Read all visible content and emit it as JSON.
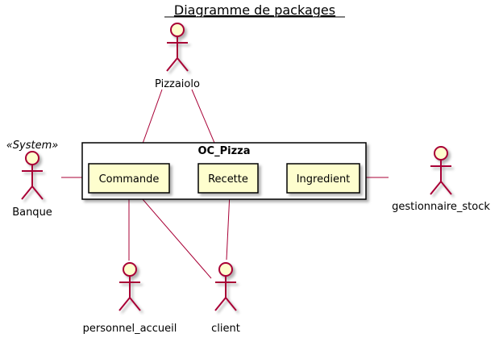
{
  "title": "Diagramme de packages",
  "colors": {
    "actor_fill": "#FEFECE",
    "actor_stroke": "#A80036",
    "line": "#A80036",
    "class_fill": "#FEFECE",
    "border": "#000000",
    "shadow": "#C8C8C8"
  },
  "package": {
    "name": "OC_Pizza"
  },
  "components": [
    {
      "id": "commande",
      "label": "Commande"
    },
    {
      "id": "recette",
      "label": "Recette"
    },
    {
      "id": "ingredient",
      "label": "Ingredient"
    }
  ],
  "actors": [
    {
      "id": "pizzaiolo",
      "label": "Pizzaiolo",
      "stereotype": ""
    },
    {
      "id": "banque",
      "label": "Banque",
      "stereotype": "«System»"
    },
    {
      "id": "gestionnaire_stock",
      "label": "gestionnaire_stock",
      "stereotype": ""
    },
    {
      "id": "personnel_accueil",
      "label": "personnel_accueil",
      "stereotype": ""
    },
    {
      "id": "client",
      "label": "client",
      "stereotype": ""
    }
  ],
  "links": [
    {
      "from": "pizzaiolo",
      "to": "commande"
    },
    {
      "from": "pizzaiolo",
      "to": "recette"
    },
    {
      "from": "banque",
      "to": "commande"
    },
    {
      "from": "commande",
      "to": "recette"
    },
    {
      "from": "recette",
      "to": "ingredient"
    },
    {
      "from": "ingredient",
      "to": "gestionnaire_stock"
    },
    {
      "from": "commande",
      "to": "personnel_accueil"
    },
    {
      "from": "commande",
      "to": "client"
    },
    {
      "from": "recette",
      "to": "client"
    }
  ]
}
